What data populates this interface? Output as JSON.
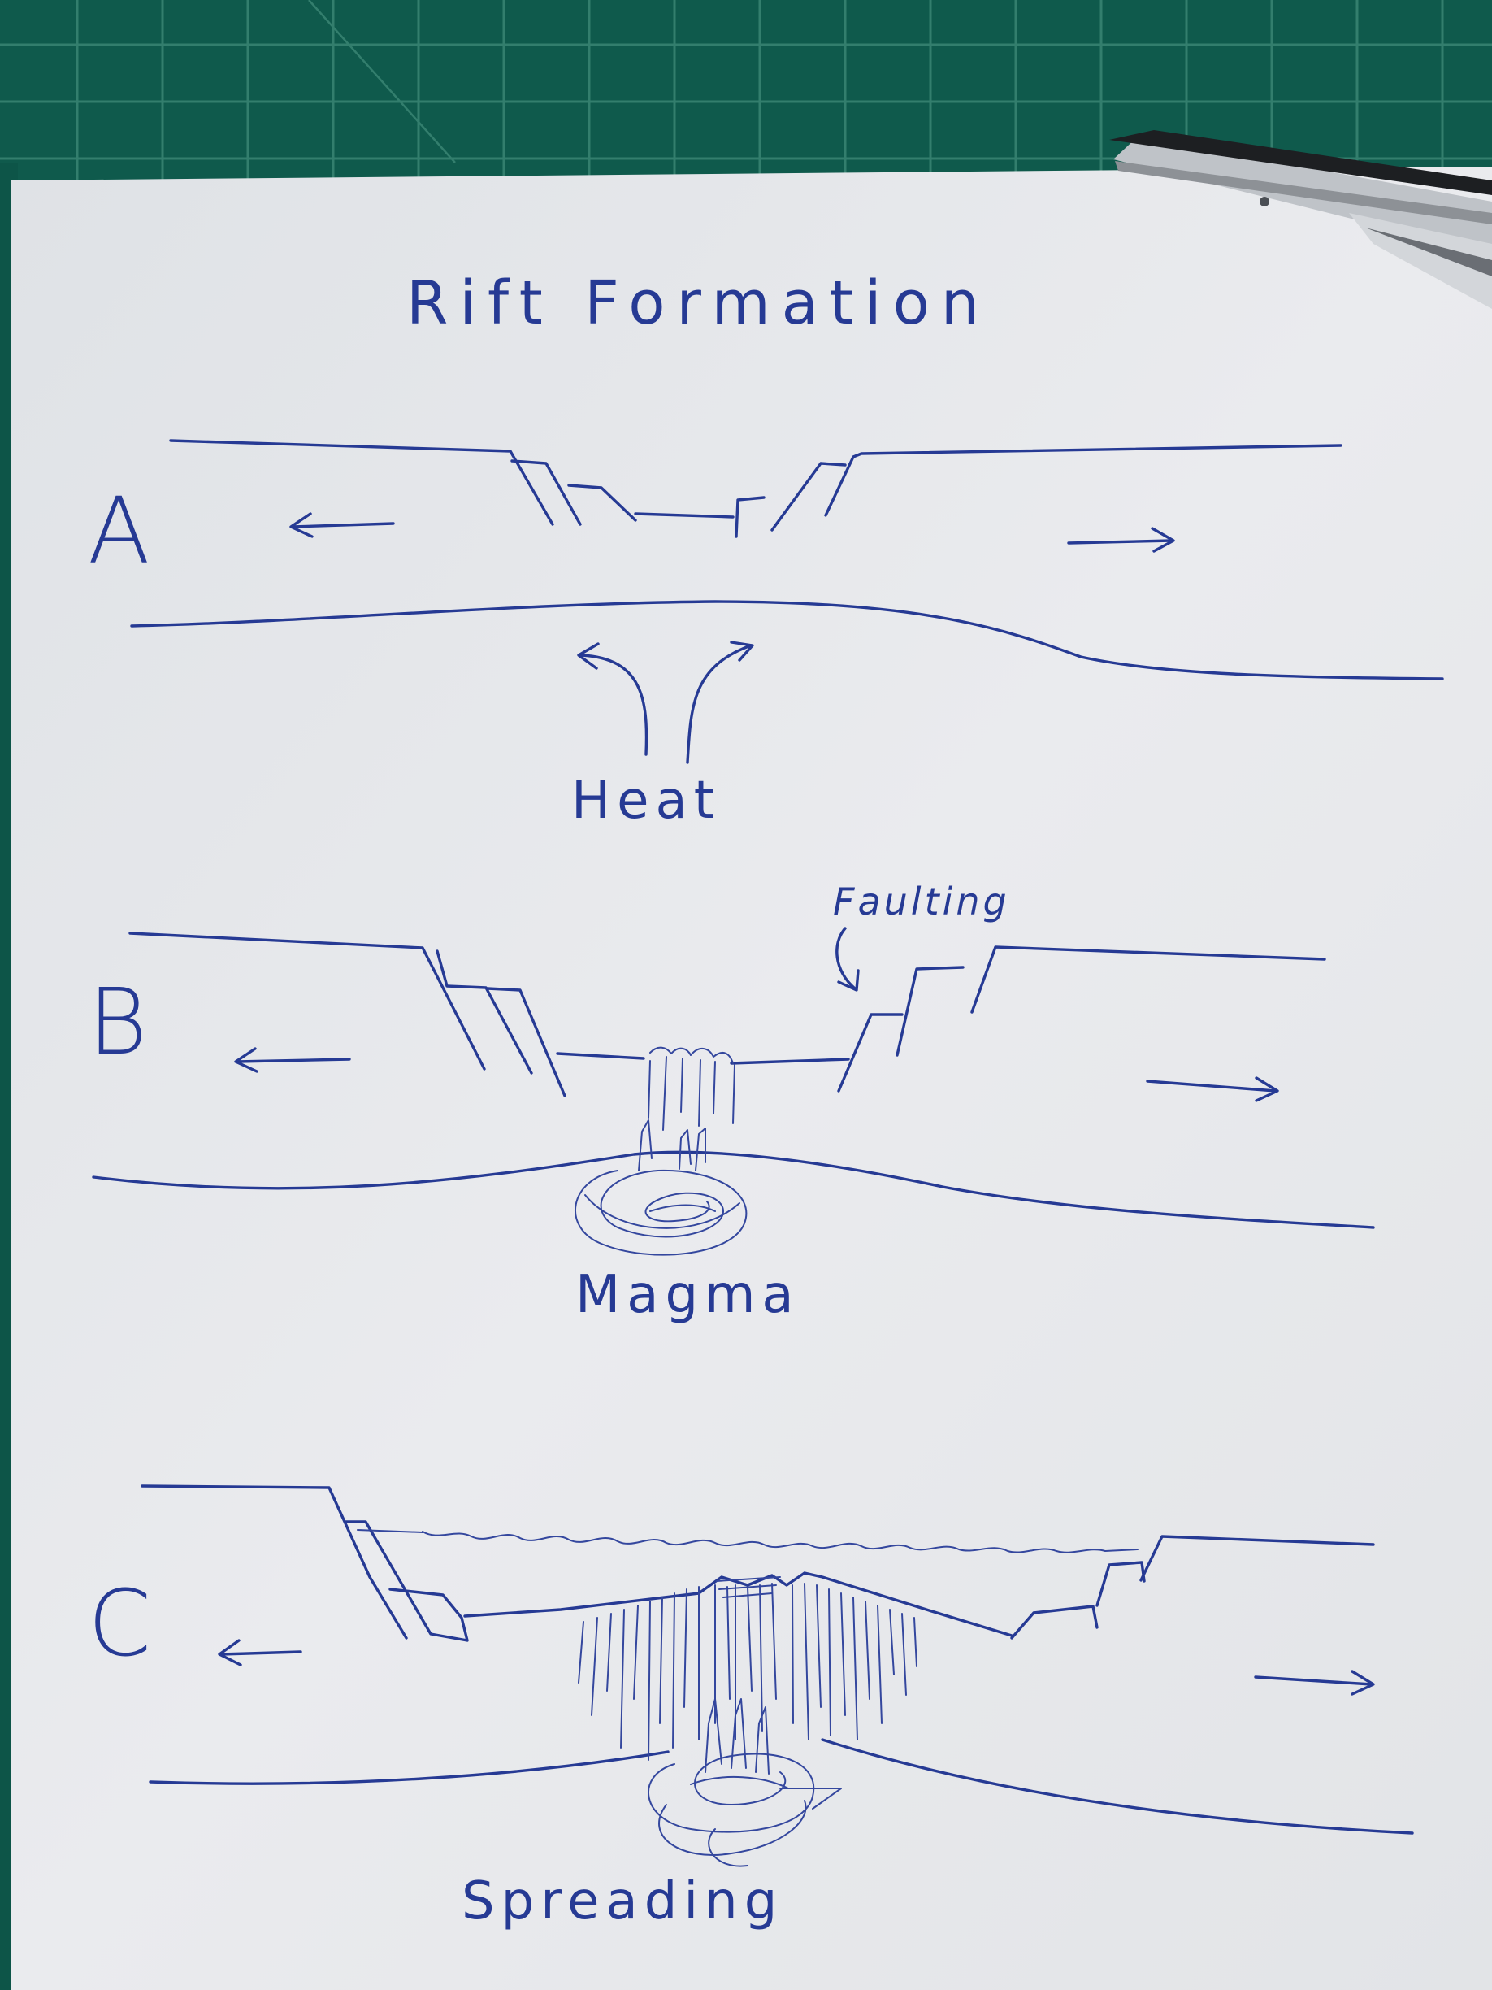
{
  "title": "Rift Formation",
  "panels": [
    {
      "letter": "A",
      "label": "Heat"
    },
    {
      "letter": "B",
      "label": "Magma",
      "annotation": "Faulting"
    },
    {
      "letter": "C",
      "label": "Spreading"
    }
  ],
  "colors": {
    "ink": "#263a94",
    "paper": "#e9eaec",
    "cutting_mat": "#0f5a4c",
    "mat_grid": "#3f8a78"
  }
}
